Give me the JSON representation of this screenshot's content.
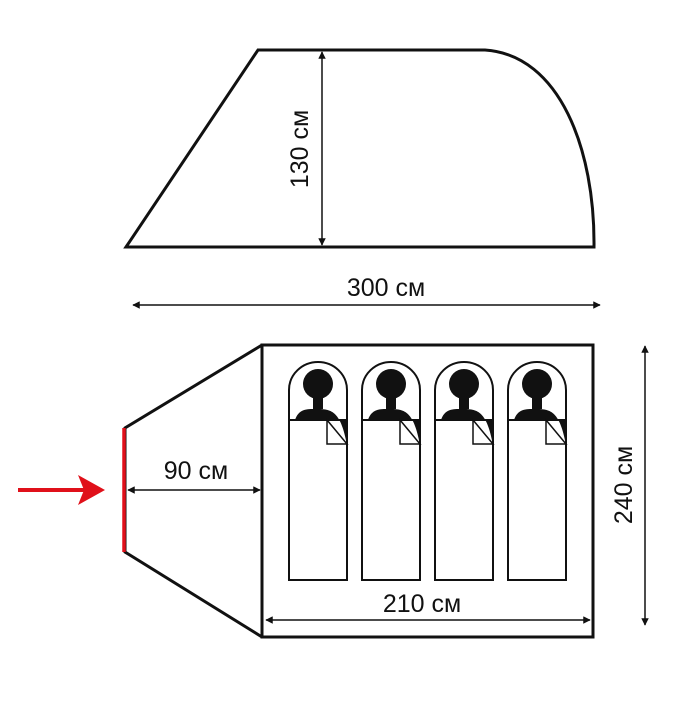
{
  "side_view": {
    "height_label": "130 см",
    "length_label": "300 см"
  },
  "floor_plan": {
    "vestibule_label": "90 см",
    "inner_length_label": "210 см",
    "width_label": "240 см",
    "sleeping_places": 4
  },
  "colors": {
    "outline": "#111111",
    "entrance": "#e0101a"
  }
}
